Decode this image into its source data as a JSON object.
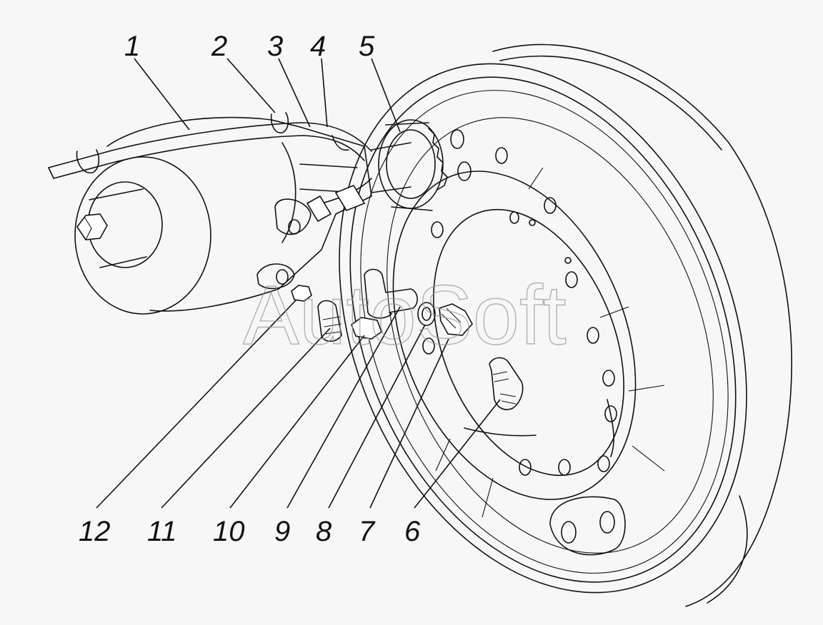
{
  "callouts_top": [
    "1",
    "2",
    "3",
    "4",
    "5"
  ],
  "callouts_bottom": [
    "12",
    "11",
    "10",
    "9",
    "8",
    "7",
    "6"
  ],
  "watermark": "AutoSoft",
  "colors": {
    "background": "#f7f7f7",
    "line": "#111111",
    "watermark": "#9a9a9a"
  }
}
